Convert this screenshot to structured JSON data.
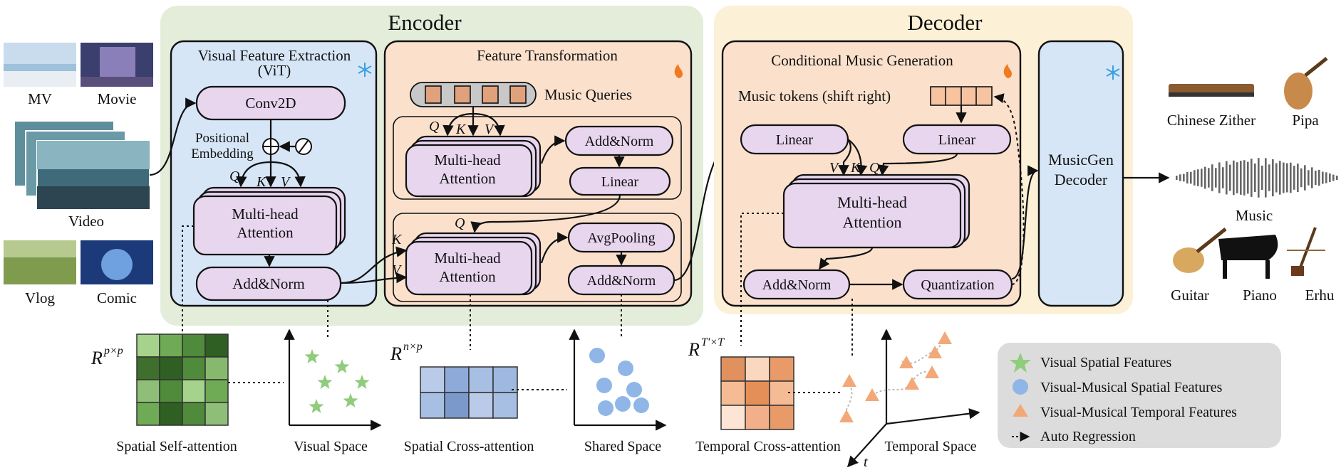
{
  "encoder": {
    "title": "Encoder",
    "vfe": {
      "title_line1": "Visual Feature Extraction",
      "title_line2": "(ViT)"
    },
    "conv2d": "Conv2D",
    "pos_emb_line1": "Positional",
    "pos_emb_line2": "Embedding",
    "mha_vfe_line1": "Multi-head",
    "mha_vfe_line2": "Attention",
    "addnorm_vfe": "Add&Norm",
    "ft": {
      "title": "Feature Transformation"
    },
    "music_queries": "Music Queries",
    "mha_ft1_line1": "Multi-head",
    "mha_ft1_line2": "Attention",
    "addnorm_ft1": "Add&Norm",
    "linear_ft": "Linear",
    "mha_ft2_line1": "Multi-head",
    "mha_ft2_line2": "Attention",
    "avgpooling": "AvgPooling",
    "addnorm_ft2": "Add&Norm"
  },
  "decoder": {
    "title": "Decoder",
    "cmg": {
      "title": "Conditional Music Generation"
    },
    "music_tokens": "Music tokens (shift right)",
    "linear_left": "Linear",
    "linear_right": "Linear",
    "mha_line1": "Multi-head",
    "mha_line2": "Attention",
    "addnorm": "Add&Norm",
    "quantization": "Quantization",
    "musicgen_line1": "MusicGen",
    "musicgen_line2": "Decoder"
  },
  "qkv": {
    "q": "Q",
    "k": "K",
    "v": "V"
  },
  "inputs": {
    "mv": "MV",
    "movie": "Movie",
    "video": "Video",
    "vlog": "Vlog",
    "comic": "Comic"
  },
  "outputs": {
    "chinese_zither": "Chinese Zither",
    "pipa": "Pipa",
    "music": "Music",
    "guitar": "Guitar",
    "piano": "Piano",
    "erhu": "Erhu"
  },
  "bottom": {
    "rpp_base": "R",
    "rpp_sup": "p×p",
    "rnp_base": "R",
    "rnp_sup": "n×p",
    "rtt_base": "R",
    "rtt_sup": "T′×T",
    "spatial_self": "Spatial Self-attention",
    "visual_space": "Visual Space",
    "spatial_cross": "Spatial Cross-attention",
    "shared_space": "Shared Space",
    "temporal_cross": "Temporal Cross-attention",
    "temporal_space": "Temporal Space",
    "t_axis": "t"
  },
  "legend": {
    "visual_spatial": "Visual Spatial Features",
    "visual_musical_spatial": "Visual-Musical Spatial Features",
    "visual_musical_temporal": "Visual-Musical Temporal Features",
    "auto_regression": "Auto Regression"
  },
  "icons": {
    "frozen": "snowflake-icon",
    "trainable": "fire-icon"
  },
  "colors": {
    "encoder_bg": "#e3edda",
    "decoder_bg": "#fcf0d6",
    "vit_bg": "#d7e6f7",
    "ft_bg": "#fbe1cc",
    "module_fill": "#e8d6ef",
    "musicgen_bg": "#d7e6f7",
    "query_token": "#e0a27c",
    "legend_bg": "#dcdcdc",
    "green_feature": "#8fcc7c",
    "blue_feature": "#8fb6e6",
    "orange_feature": "#f3a878"
  },
  "matrices": {
    "spatial_self": [
      [
        "#a5d38b",
        "#6faa55",
        "#4f8b3a",
        "#2f5f23"
      ],
      [
        "#3f6f2c",
        "#2f5f23",
        "#4f8b3a",
        "#86b96e"
      ],
      [
        "#8fbe78",
        "#4f8b3a",
        "#a5d38b",
        "#6faa55"
      ],
      [
        "#6faa55",
        "#2f5f23",
        "#4f8b3a",
        "#8fbe78"
      ]
    ],
    "spatial_cross": [
      [
        "#b9cbe8",
        "#8eaad8",
        "#a8bfe4",
        "#9fb8e0"
      ],
      [
        "#a8bfe4",
        "#7b9acb",
        "#b9cbe8",
        "#a8bfe4"
      ]
    ],
    "temporal_cross": [
      [
        "#e0915e",
        "#fad8c0",
        "#e89a68"
      ],
      [
        "#f5bb95",
        "#e58f58",
        "#f5bb95"
      ],
      [
        "#fde5d5",
        "#f2b08a",
        "#e89a68"
      ]
    ]
  }
}
